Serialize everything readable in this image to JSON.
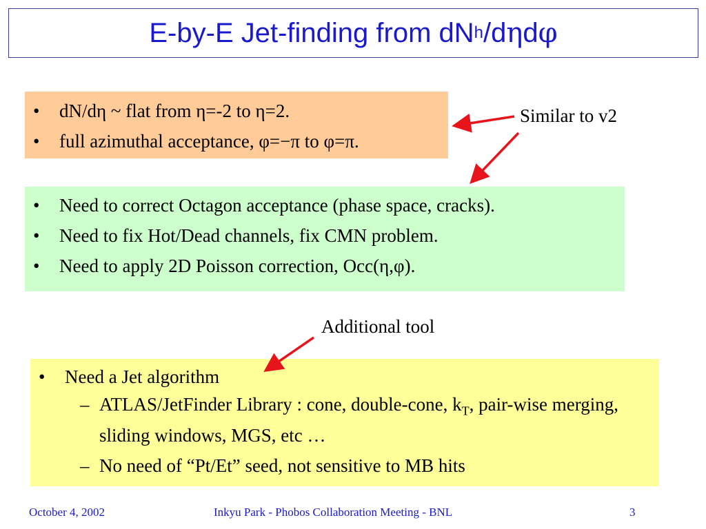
{
  "title": {
    "main": "E-by-E Jet-finding from dN",
    "sub": "h",
    "slash": "/d",
    "eta": "η",
    "d": "d",
    "phi": "φ"
  },
  "panel_acceptance": {
    "items": [
      "dN/dη ~ flat from η=-2 to η=2.",
      "full azimuthal acceptance, φ=−π to φ=π."
    ]
  },
  "panel_corrections": {
    "items": [
      "Need to correct Octagon acceptance (phase space, cracks).",
      "Need to fix Hot/Dead channels, fix CMN problem.",
      "Need to apply 2D Poisson correction, Occ(η,φ)."
    ]
  },
  "panel_jet": {
    "item": "Need a Jet algorithm",
    "sub1_a": "ATLAS/JetFinder Library : cone, double-cone, k",
    "sub1_sub": "T",
    "sub1_b": ", pair-wise merging, sliding windows, MGS, etc …",
    "sub2": "No need of “Pt/Et” seed, not sensitive to MB hits"
  },
  "notes": {
    "similar": "Similar to v2",
    "additional": "Additional tool"
  },
  "footer": {
    "date": "October 4, 2002",
    "center": "Inkyu Park - Phobos Collaboration Meeting - BNL",
    "page": "3"
  },
  "colors": {
    "title": "#1a1acc",
    "orange_panel": "#ffcc99",
    "green_panel": "#ccffcc",
    "yellow_panel": "#ffff99",
    "arrow": "#e8141c"
  }
}
